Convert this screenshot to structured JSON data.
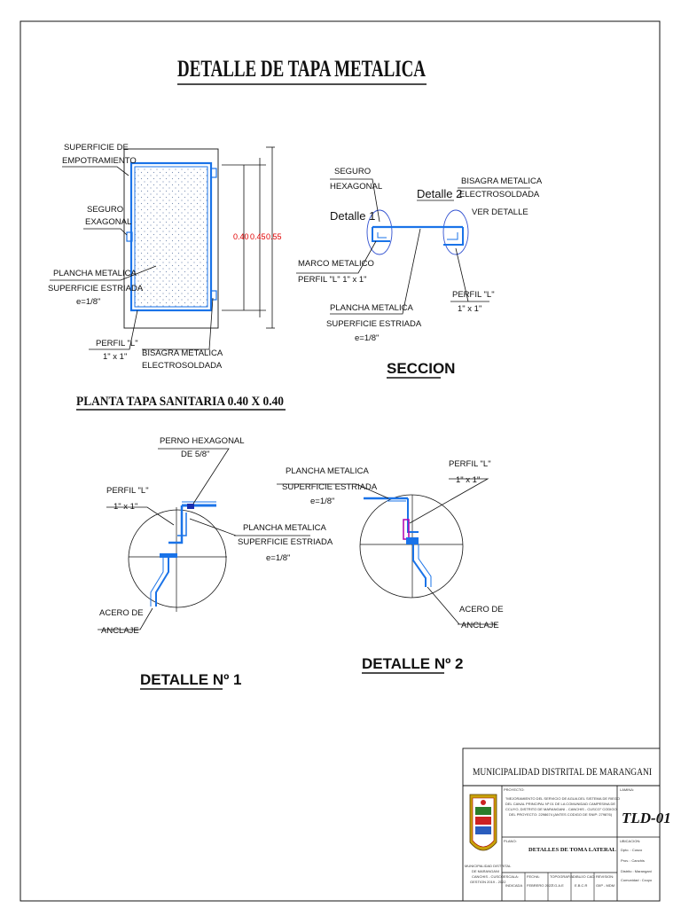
{
  "main_title": "DETALLE DE TAPA METALICA",
  "plan": {
    "title": "PLANTA TAPA SANITARIA 0.40 X 0.40",
    "labels": {
      "superficie_1": "SUPERFICIE DE",
      "superficie_2": "EMPOTRAMIENTO",
      "seguro_1": "SEGURO",
      "seguro_2": "EXAGONAL",
      "plancha_1": "PLANCHA METALICA",
      "plancha_2": "SUPERFICIE ESTRIADA",
      "plancha_3": "e=1/8\"",
      "perfil_1": "PERFIL \"L\"",
      "perfil_2": "1\" x 1\"",
      "bisagra_1": "BISAGRA METALICA",
      "bisagra_2": "ELECTROSOLDADA"
    },
    "dims": [
      "0.40",
      "0.45",
      "0.55"
    ]
  },
  "section": {
    "title": "SECCION",
    "labels": {
      "seguro_1": "SEGURO",
      "seguro_2": "HEXAGONAL",
      "detalle1": "Detalle 1",
      "detalle2": "Detalle 2",
      "bisagra_1": "BISAGRA METALICA",
      "bisagra_2": "ELECTROSOLDADA",
      "bisagra_3": "VER DETALLE",
      "marco_1": "MARCO METALICO",
      "marco_2": "PERFIL \"L\" 1\" x 1\"",
      "perfil_1": "PERFIL \"L\"",
      "perfil_2": "1\" x 1\"",
      "plancha_1": "PLANCHA METALICA",
      "plancha_2": "SUPERFICIE ESTRIADA",
      "plancha_3": "e=1/8\""
    }
  },
  "detail1": {
    "title": "DETALLE Nº 1",
    "labels": {
      "perno_1": "PERNO HEXAGONAL",
      "perno_2": "DE 5/8\"",
      "perfil_1": "PERFIL \"L\"",
      "perfil_2": "1\" x 1\"",
      "plancha_1": "PLANCHA METALICA",
      "plancha_2": "SUPERFICIE ESTRIADA",
      "plancha_3": "e=1/8\"",
      "acero_1": "ACERO DE",
      "acero_2": "ANCLAJE"
    }
  },
  "detail2": {
    "title": "DETALLE Nº 2",
    "labels": {
      "plancha_1": "PLANCHA METALICA",
      "plancha_2": "SUPERFICIE ESTRIADA",
      "plancha_3": "e=1/8\"",
      "perfil_1": "PERFIL \"L\"",
      "perfil_2": "1\" x 1\"",
      "acero_1": "ACERO DE",
      "acero_2": "ANCLAJE"
    }
  },
  "title_block": {
    "entity": "MUNICIPALIDAD DISTRITAL DE MARANGANI",
    "project_head": "PROYECTO:",
    "project_1": "\"MEJORAMIENTO DEL SERVICIO DE AGUA DEL SISTEMA DE RIEGO",
    "project_2": "DEL CANAL PRINCIPAL Nº 01 DE LA COMUNIDAD CAMPESINA DE",
    "project_3": "CCUYO, DISTRITO DE MARANGANI - CANCHIS - CUSCO\" CODIGO",
    "project_4": "DEL PROYECTO: 2298674 (ANTES CODIGO DE SNIP: 279876)",
    "lamina_head": "LAMINA:",
    "sheet_code": "TLD-01",
    "plano_head": "PLANO:",
    "plan_name": "DETALLES DE TOMA LATERAL",
    "ubic_head": "UBICACION:",
    "location": [
      "Dpto. : Cusco",
      "Prov. : Canchis",
      "Distrito : Marangani",
      "Comunidad : Ccuyo"
    ],
    "logo_caption_1": "MUNICIPALIDAD DISTRITAL",
    "logo_caption_2": "DE MARANGANI",
    "logo_caption_3": "CANCHIS - CUSCO",
    "logo_caption_4": "GESTION 2019 - 2022",
    "cells": [
      {
        "head": "ESCALA:",
        "value": "INDICADA"
      },
      {
        "head": "FECHA:",
        "value": "FEBRERO 2022"
      },
      {
        "head": "TOPOGRAFIA:",
        "value": "T.G.A.E"
      },
      {
        "head": "DIBUJO CAD:",
        "value": "E.B.C.R"
      },
      {
        "head": "REVISION:",
        "value": "GIIP - MDM"
      }
    ]
  },
  "colors": {
    "steel": "#1a73e8",
    "dim_red": "#e00000",
    "hinge": "#b000b0",
    "ink": "#111111"
  }
}
